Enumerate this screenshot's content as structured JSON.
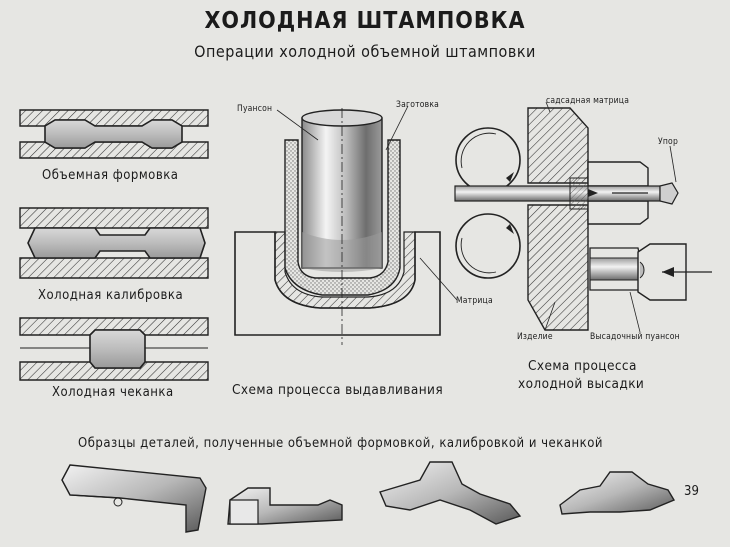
{
  "title": "ХОЛОДНАЯ ШТАМПОВКА",
  "subtitle": "Операции холодной объемной штамповки",
  "left_captions": {
    "forming": "Объемная формовка",
    "calibration": "Холодная калибровка",
    "coining": "Холодная чеканка"
  },
  "extrusion": {
    "label_punch": "Пуансон",
    "label_blank": "Заготовка",
    "label_die": "Матрица",
    "caption": "Схема процесса выдавливания"
  },
  "heading": {
    "label_die": "садсадная матрица",
    "label_stop": "Упор",
    "label_part": "Изделие",
    "label_punch": "Высадочный пуансон",
    "caption_line1": "Схема процесса",
    "caption_line2": "холодной высадки"
  },
  "samples_caption": "Образцы деталей, полученные объемной формовкой, калибровкой и чеканкой",
  "page_number": "39"
}
